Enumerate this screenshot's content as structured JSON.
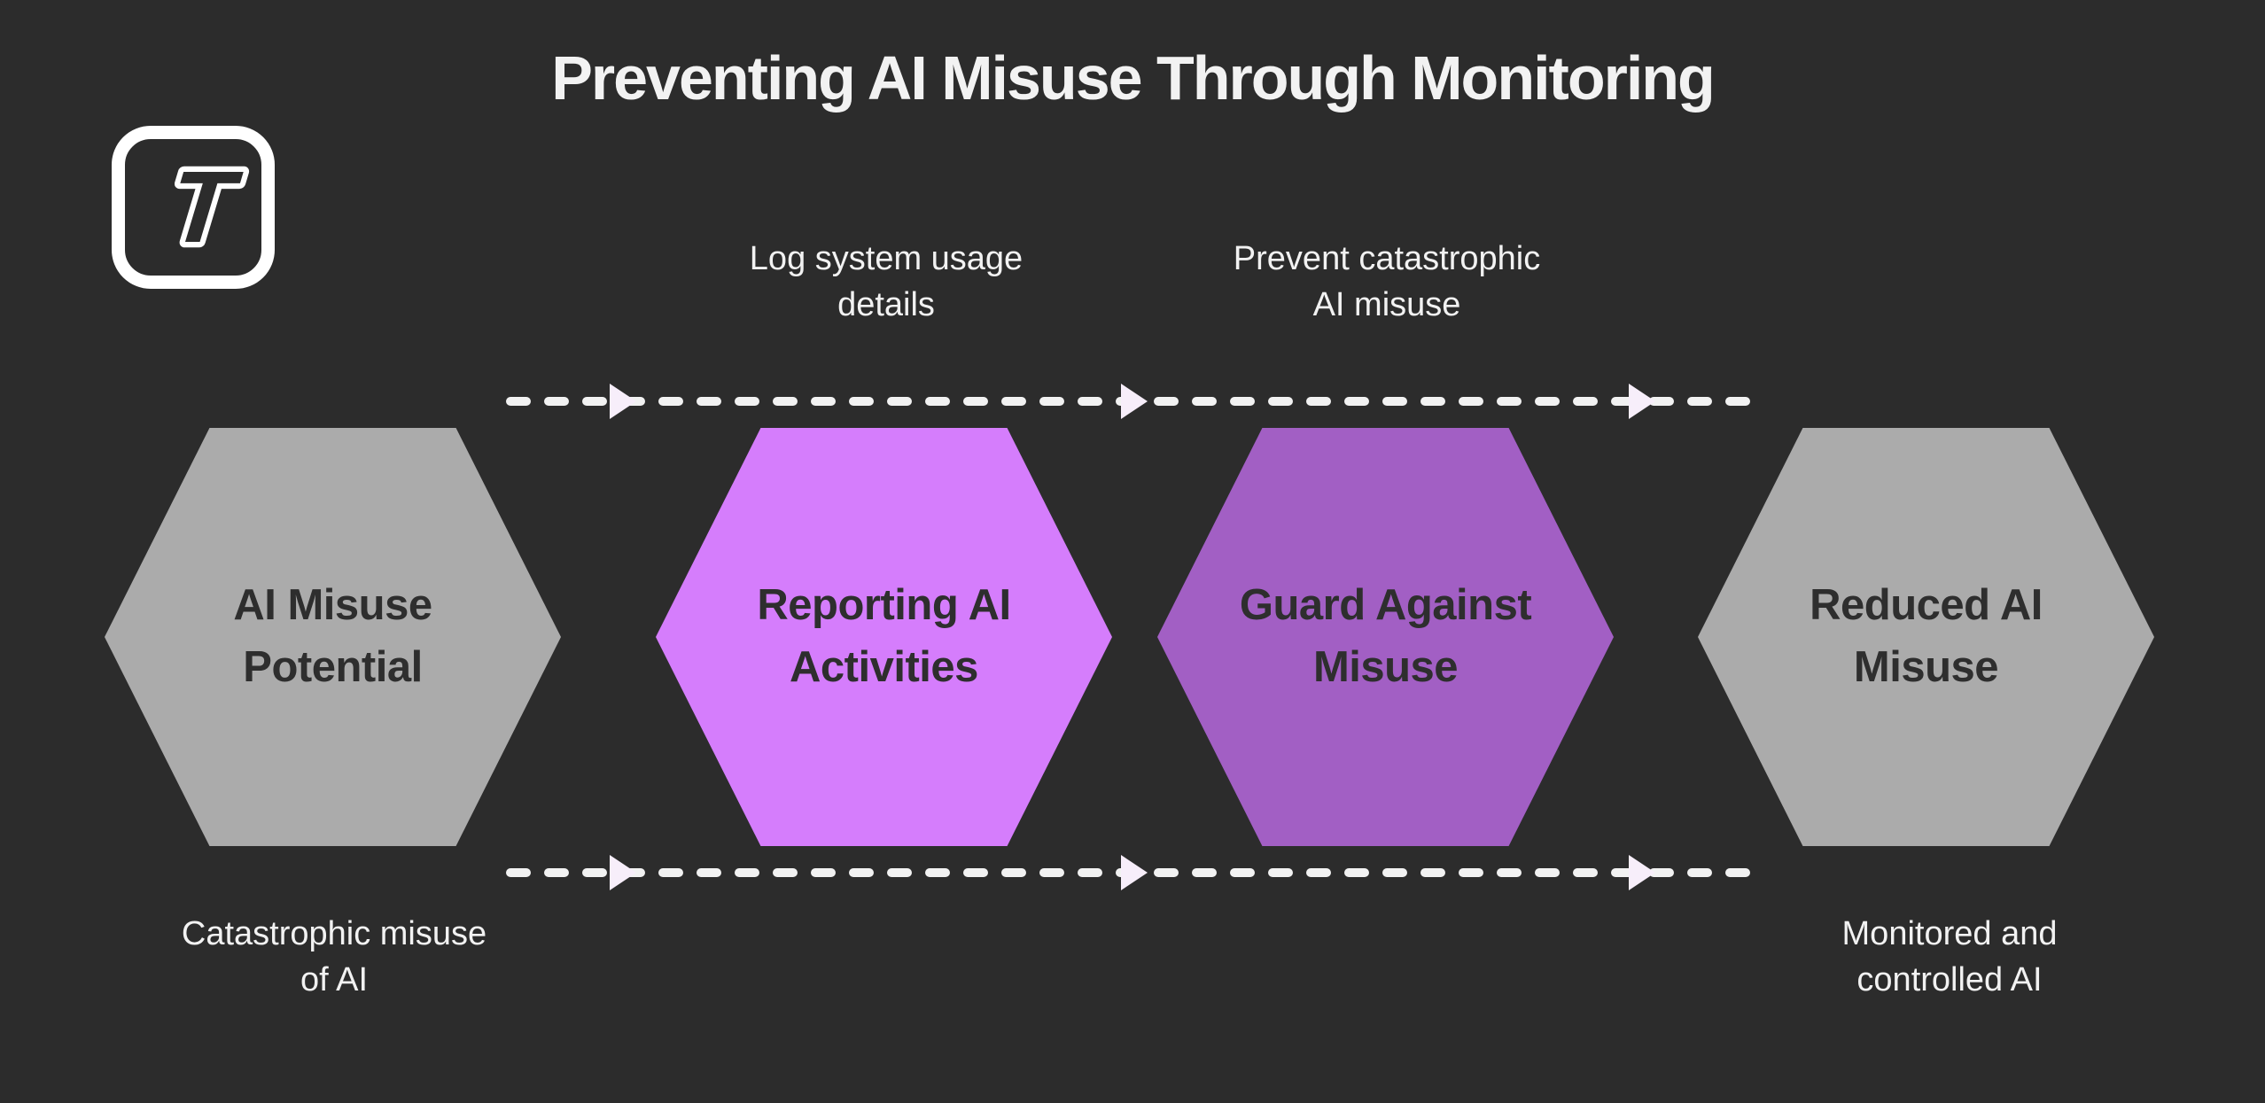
{
  "title": "Preventing AI Misuse Through Monitoring",
  "logo": {
    "letter": "T"
  },
  "colors": {
    "background": "#2c2c2c",
    "hex_gray": "#ababab",
    "hex_light_purple": "#d57dfc",
    "hex_medium_purple": "#a25fc4",
    "hex_label_text": "#2e2e2e",
    "light_text": "#f2f2f2",
    "arrow_dash": "#f2f2f2",
    "arrowhead": "#f7eefa"
  },
  "flow": {
    "direction": "left-to-right",
    "arrow_style": "dashed",
    "arrow_rows": 2
  },
  "steps": [
    {
      "label": "AI Misuse Potential",
      "label_lines": [
        "AI Misuse",
        "Potential"
      ],
      "color": "#ababab",
      "caption": "Catastrophic misuse of AI",
      "caption_lines": [
        "Catastrophic misuse",
        "of AI"
      ],
      "caption_position": "below"
    },
    {
      "label": "Reporting AI Activities",
      "label_lines": [
        "Reporting AI",
        "Activities"
      ],
      "color": "#d57dfc",
      "caption": "Log system usage details",
      "caption_lines": [
        "Log system usage",
        "details"
      ],
      "caption_position": "above"
    },
    {
      "label": "Guard Against Misuse",
      "label_lines": [
        "Guard Against",
        "Misuse"
      ],
      "color": "#a25fc4",
      "caption": "Prevent catastrophic AI misuse",
      "caption_lines": [
        "Prevent catastrophic",
        "AI misuse"
      ],
      "caption_position": "above"
    },
    {
      "label": "Reduced AI Misuse",
      "label_lines": [
        "Reduced AI",
        "Misuse"
      ],
      "color": "#ababab",
      "caption": "Monitored and controlled AI",
      "caption_lines": [
        "Monitored and",
        "controlled AI"
      ],
      "caption_position": "below"
    }
  ]
}
